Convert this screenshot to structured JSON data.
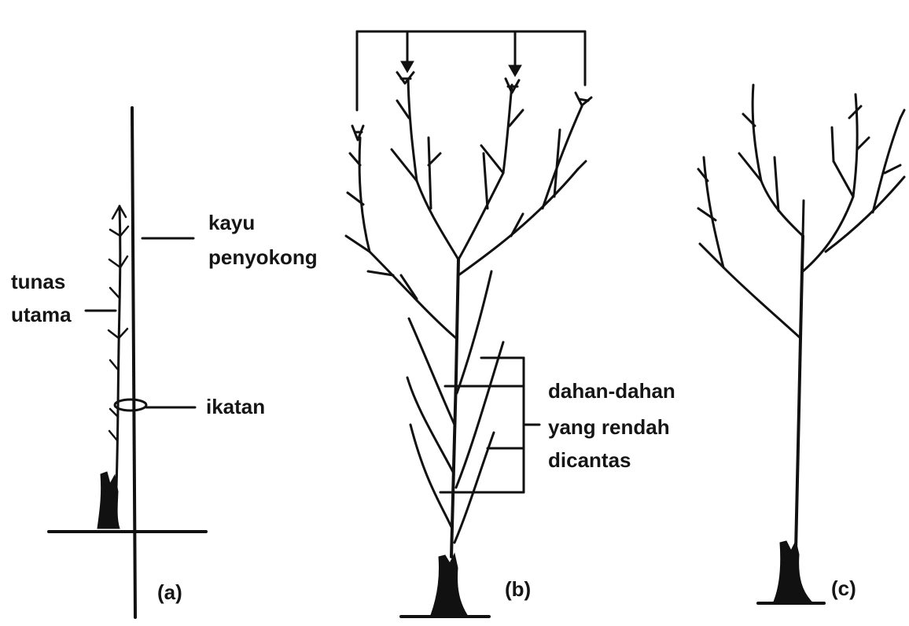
{
  "panels": [
    {
      "id": "a",
      "caption": "(a)",
      "labels": {
        "support_stake": [
          "kayu",
          "penyokong"
        ],
        "main_shoot": [
          "tunas",
          "utama"
        ],
        "tie": [
          "ikatan"
        ]
      }
    },
    {
      "id": "b",
      "caption": "(b)",
      "labels": {
        "low_branches_pruned": [
          "dahan-dahan",
          "yang rendah",
          "dicantas"
        ]
      }
    },
    {
      "id": "c",
      "caption": "(c)"
    }
  ]
}
